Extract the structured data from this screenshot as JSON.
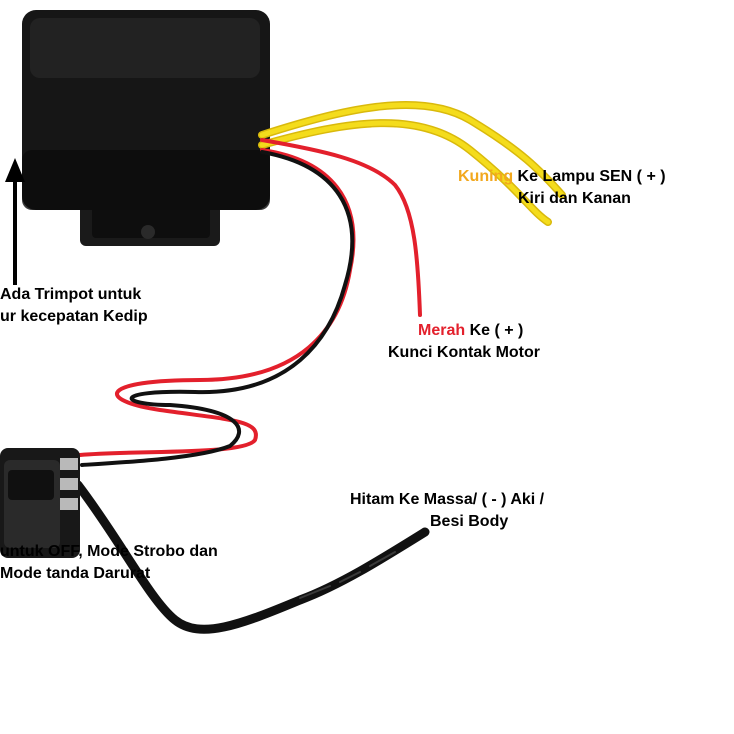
{
  "colors": {
    "yellow_wire": "#f4dc1c",
    "red_wire": "#e3202c",
    "black_wire": "#111111",
    "orange_text": "#f2a81e",
    "red_text": "#e3202c",
    "box_body": "#161616"
  },
  "icons": {
    "pointer": "up-arrow-icon"
  },
  "labels": {
    "kuning_color_word": "Kuning",
    "kuning_rest": " Ke Lampu SEN ( + )",
    "kuning_line2": "Kiri dan Kanan",
    "trimpot_line1": "Ada Trimpot untuk",
    "trimpot_line2": "ur kecepatan Kedip",
    "merah_color_word": "Merah",
    "merah_rest": " Ke ( + )",
    "merah_line2": "Kunci Kontak Motor",
    "hitam_line1": "Hitam Ke Massa/ ( - ) Aki /",
    "hitam_line2": "Besi Body",
    "switch_line1": "untuk OFF,  Mode Strobo dan",
    "switch_line2": "Mode tanda Darurat"
  }
}
